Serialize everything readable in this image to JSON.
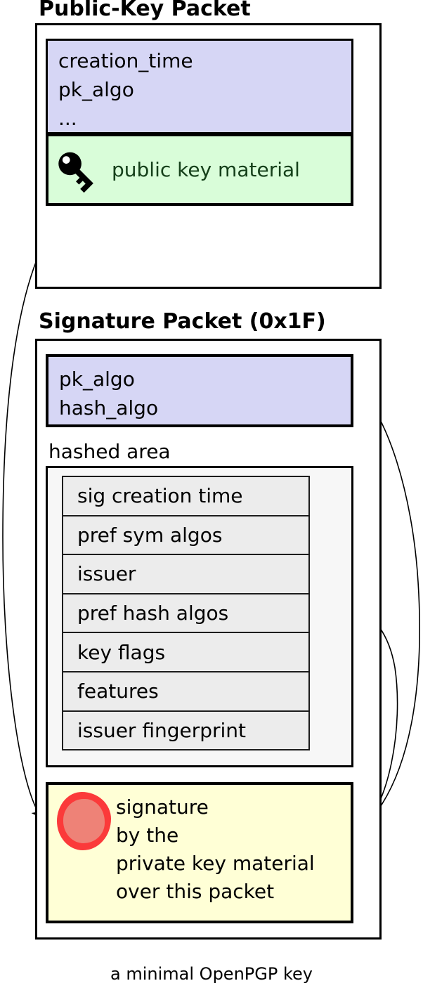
{
  "diagram": {
    "public_key_packet": {
      "title": "Public-Key Packet",
      "header_fields": [
        "creation_time",
        "pk_algo",
        "..."
      ],
      "material": {
        "icon": "key-icon",
        "label": "public key material"
      }
    },
    "signature_packet": {
      "title": "Signature Packet (0x1F)",
      "header_fields": [
        "pk_algo",
        "hash_algo"
      ],
      "hashed_area": {
        "label": "hashed area",
        "subpackets": [
          "sig creation time",
          "pref sym algos",
          "issuer",
          "pref hash algos",
          "key flags",
          "features",
          "issuer fingerprint"
        ]
      },
      "signature": {
        "icon": "seal-icon",
        "lines": [
          "signature",
          "by the",
          "private key material",
          "over this packet"
        ]
      }
    },
    "arrows": [
      "public-key-packet to signature seal",
      "signature to pk_algo/hash_algo header",
      "signature to hashed area"
    ],
    "caption": "a minimal OpenPGP key",
    "colors": {
      "header_fill": "#d6d6f5",
      "key_material_fill": "#d9fdd9",
      "key_material_text": "#15401a",
      "hashed_area_fill": "#f7f7f7",
      "subpacket_fill": "#ececec",
      "signature_fill": "#ffffd6",
      "seal_outer": "#fb3a3a",
      "seal_inner": "#ee8277"
    }
  }
}
